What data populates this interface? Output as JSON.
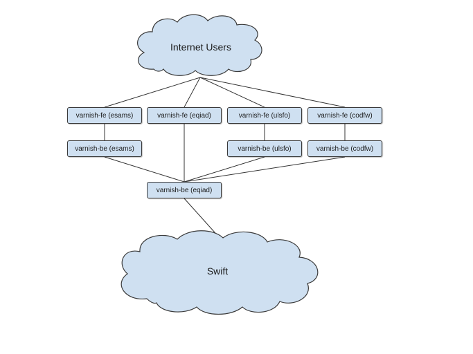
{
  "clouds": {
    "internet_users": "Internet Users",
    "swift": "Swift"
  },
  "nodes": {
    "fe_esams": "varnish-fe (esams)",
    "fe_eqiad": "varnish-fe (eqiad)",
    "fe_ulsfo": "varnish-fe (ulsfo)",
    "fe_codfw": "varnish-fe (codfw)",
    "be_esams": "varnish-be (esams)",
    "be_ulsfo": "varnish-be (ulsfo)",
    "be_codfw": "varnish-be (codfw)",
    "be_eqiad": "varnish-be (eqiad)"
  },
  "colors": {
    "node_fill": "#cfe0f1",
    "node_border": "#3a3a3a",
    "edge": "#333333"
  }
}
